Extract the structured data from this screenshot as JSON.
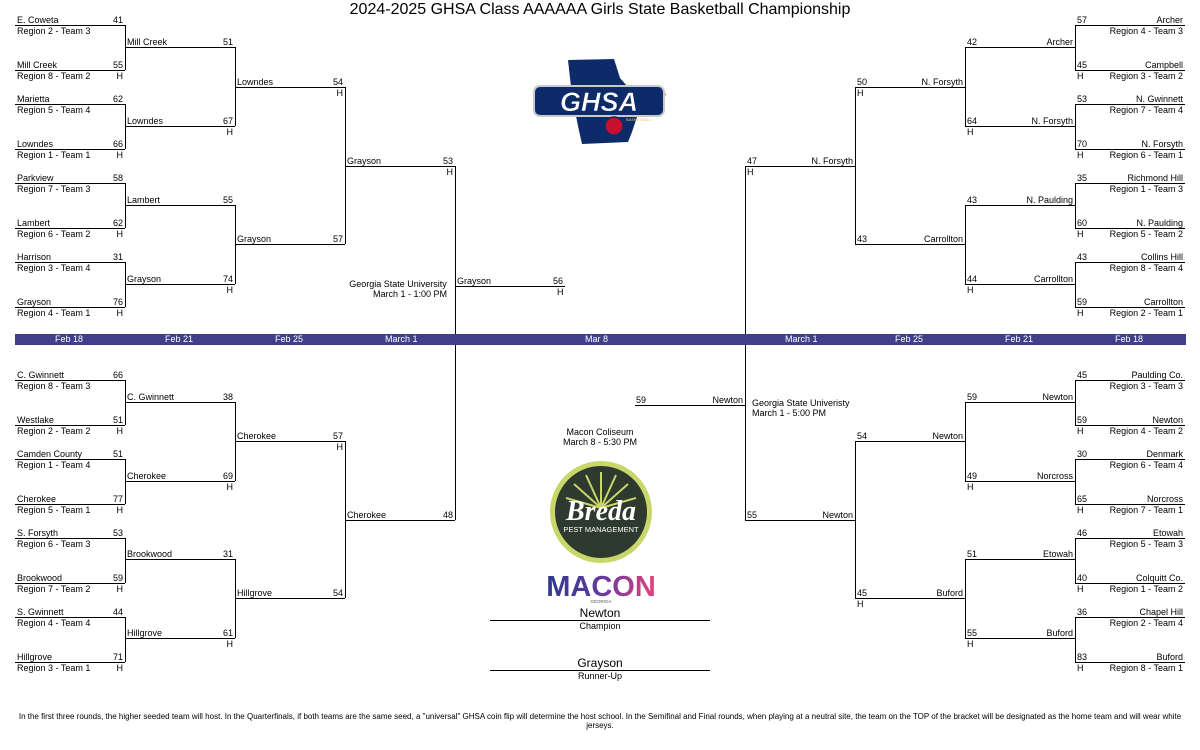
{
  "title": "2024-2025 GHSA Class AAAAAA Girls State Basketball Championship",
  "home_marker": "H",
  "dates": [
    "Feb 18",
    "Feb 21",
    "Feb 25",
    "March 1",
    "Mar 8",
    "March 1",
    "Feb 25",
    "Feb 21",
    "Feb 18"
  ],
  "colors": {
    "date_bar": "#3f3f8a",
    "text": "#000000",
    "background": "#ffffff"
  },
  "logos": {
    "ghsa": {
      "text": "GHSA",
      "subtext": "BASKETBALL",
      "icon": "georgia-map-basketball-icon"
    },
    "breda": {
      "text": "Breda",
      "subtext": "PEST MANAGEMENT"
    },
    "macon": {
      "text": "MACON",
      "subtext": "GEORGIA"
    }
  },
  "left": {
    "first_round": [
      {
        "team": "E. Coweta",
        "seed": "Region 2 - Team 3",
        "score": "41",
        "home": false
      },
      {
        "team": "Mill Creek",
        "seed": "Region 8 - Team 2",
        "score": "55",
        "home": true
      },
      {
        "team": "Marietta",
        "seed": "Region 5 - Team 4",
        "score": "62",
        "home": false
      },
      {
        "team": "Lowndes",
        "seed": "Region 1 - Team 1",
        "score": "66",
        "home": true
      },
      {
        "team": "Parkview",
        "seed": "Region 7 - Team 3",
        "score": "58",
        "home": false
      },
      {
        "team": "Lambert",
        "seed": "Region 6 - Team 2",
        "score": "62",
        "home": true
      },
      {
        "team": "Harrison",
        "seed": "Region 3 - Team 4",
        "score": "31",
        "home": false
      },
      {
        "team": "Grayson",
        "seed": "Region 4 - Team 1",
        "score": "76",
        "home": true
      },
      {
        "team": "C. Gwinnett",
        "seed": "Region 8 - Team 3",
        "score": "66",
        "home": false
      },
      {
        "team": "Westlake",
        "seed": "Region 2 - Team 2",
        "score": "51",
        "home": true
      },
      {
        "team": "Camden County",
        "seed": "Region 1 - Team 4",
        "score": "51",
        "home": false
      },
      {
        "team": "Cherokee",
        "seed": "Region 5 - Team 1",
        "score": "77",
        "home": true
      },
      {
        "team": "S. Forsyth",
        "seed": "Region 6 - Team 3",
        "score": "53",
        "home": false
      },
      {
        "team": "Brookwood",
        "seed": "Region 7 - Team 2",
        "score": "59",
        "home": true
      },
      {
        "team": "S. Gwinnett",
        "seed": "Region 4 - Team 4",
        "score": "44",
        "home": false
      },
      {
        "team": "Hillgrove",
        "seed": "Region 3 - Team 1",
        "score": "71",
        "home": true
      }
    ],
    "second_round": [
      {
        "team": "Mill Creek",
        "score": "51",
        "home": false
      },
      {
        "team": "Lowndes",
        "score": "67",
        "home": true
      },
      {
        "team": "Lambert",
        "score": "55",
        "home": false
      },
      {
        "team": "Grayson",
        "score": "74",
        "home": true
      },
      {
        "team": "C. Gwinnett",
        "score": "38",
        "home": false
      },
      {
        "team": "Cherokee",
        "score": "69",
        "home": true
      },
      {
        "team": "Brookwood",
        "score": "31",
        "home": false
      },
      {
        "team": "Hillgrove",
        "score": "61",
        "home": true
      }
    ],
    "quarterfinals": [
      {
        "team": "Lowndes",
        "score": "54",
        "home": true
      },
      {
        "team": "Grayson",
        "score": "57",
        "home": false
      },
      {
        "team": "Cherokee",
        "score": "57",
        "home": true
      },
      {
        "team": "Hillgrove",
        "score": "54",
        "home": false
      }
    ],
    "semifinals": [
      {
        "team": "Grayson",
        "score": "53",
        "home": true
      },
      {
        "team": "Cherokee",
        "score": "48",
        "home": false
      }
    ],
    "finalist": {
      "team": "Grayson",
      "score": "56",
      "home": true
    },
    "venue": {
      "name": "Georgia State University",
      "time": "March 1 - 1:00 PM"
    }
  },
  "right": {
    "first_round": [
      {
        "team": "Archer",
        "seed": "Region 4 - Team 3",
        "score": "57",
        "home": false
      },
      {
        "team": "Campbell",
        "seed": "Region 3 - Team 2",
        "score": "45",
        "home": true
      },
      {
        "team": "N. Gwinnett",
        "seed": "Region 7 - Team 4",
        "score": "53",
        "home": false
      },
      {
        "team": "N. Forsyth",
        "seed": "Region 6 - Team 1",
        "score": "70",
        "home": true
      },
      {
        "team": "Richmond Hill",
        "seed": "Region 1 - Team 3",
        "score": "35",
        "home": false
      },
      {
        "team": "N. Paulding",
        "seed": "Region 5 - Team 2",
        "score": "60",
        "home": true
      },
      {
        "team": "Collins Hill",
        "seed": "Region 8 - Team 4",
        "score": "43",
        "home": false
      },
      {
        "team": "Carrollton",
        "seed": "Region 2 - Team 1",
        "score": "59",
        "home": true
      },
      {
        "team": "Paulding Co.",
        "seed": "Region 3 - Team 3",
        "score": "45",
        "home": false
      },
      {
        "team": "Newton",
        "seed": "Region 4 - Team 2",
        "score": "59",
        "home": true
      },
      {
        "team": "Denmark",
        "seed": "Region 6 - Team 4",
        "score": "30",
        "home": false
      },
      {
        "team": "Norcross",
        "seed": "Region 7 - Team 1",
        "score": "65",
        "home": true
      },
      {
        "team": "Etowah",
        "seed": "Region 5 - Team 3",
        "score": "46",
        "home": false
      },
      {
        "team": "Colquitt Co.",
        "seed": "Region 1 - Team 2",
        "score": "40",
        "home": true
      },
      {
        "team": "Chapel Hill",
        "seed": "Region 2 - Team 4",
        "score": "36",
        "home": false
      },
      {
        "team": "Buford",
        "seed": "Region 8 - Team 1",
        "score": "83",
        "home": true
      }
    ],
    "second_round": [
      {
        "team": "Archer",
        "score": "42",
        "home": false
      },
      {
        "team": "N. Forsyth",
        "score": "64",
        "home": true
      },
      {
        "team": "N. Paulding",
        "score": "43",
        "home": false
      },
      {
        "team": "Carrollton",
        "score": "44",
        "home": true
      },
      {
        "team": "Newton",
        "score": "59",
        "home": false
      },
      {
        "team": "Norcross",
        "score": "49",
        "home": true
      },
      {
        "team": "Etowah",
        "score": "51",
        "home": false
      },
      {
        "team": "Buford",
        "score": "55",
        "home": true
      }
    ],
    "quarterfinals": [
      {
        "team": "N. Forsyth",
        "score": "50",
        "home": true
      },
      {
        "team": "Carrollton",
        "score": "43",
        "home": false
      },
      {
        "team": "Newton",
        "score": "54",
        "home": false
      },
      {
        "team": "Buford",
        "score": "45",
        "home": true
      }
    ],
    "semifinals": [
      {
        "team": "N. Forsyth",
        "score": "47",
        "home": true
      },
      {
        "team": "Newton",
        "score": "55",
        "home": false
      }
    ],
    "finalist": {
      "team": "Newton",
      "score": "59",
      "home": false
    },
    "venue": {
      "name": "Georgia State Univeristy",
      "time": "March 1 - 5:00 PM"
    }
  },
  "final": {
    "venue": "Macon Coliseum",
    "time": "March 8 - 5:30 PM",
    "champion": "Newton",
    "champion_label": "Champion",
    "runner_up": "Grayson",
    "runner_up_label": "Runner-Up"
  },
  "footer": "In the first three rounds, the higher seeded team will host. In the Quarterfinals, if both teams are the same seed, a \"universal\" GHSA coin flip will determine the host school. In the Semifinal and Final rounds, when playing at a neutral site, the team on the TOP of the bracket will be designated as the home team and will wear white jerseys."
}
